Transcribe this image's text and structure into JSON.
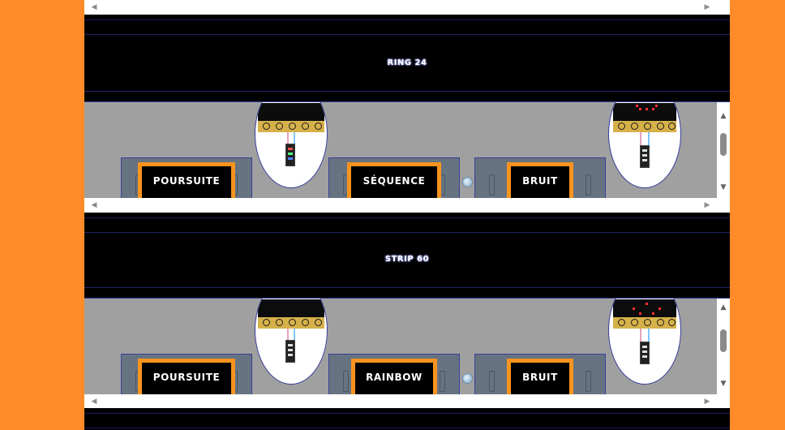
{
  "sections": [
    {
      "title": "RING 24",
      "buttons": [
        "POURSUITE",
        "SÉQUENCE",
        "BRUIT"
      ]
    },
    {
      "title": "STRIP 60",
      "buttons": [
        "POURSUITE",
        "RAINBOW",
        "BRUIT"
      ]
    }
  ],
  "scrollbar": {
    "left_icon": "◀",
    "right_icon": "▶",
    "up_icon": "▲",
    "down_icon": "▼"
  },
  "colors": {
    "background": "#ff8c29",
    "header": "#000000",
    "panel": "#a0a0a0",
    "block": "#667381",
    "button_border": "#f7931e"
  }
}
